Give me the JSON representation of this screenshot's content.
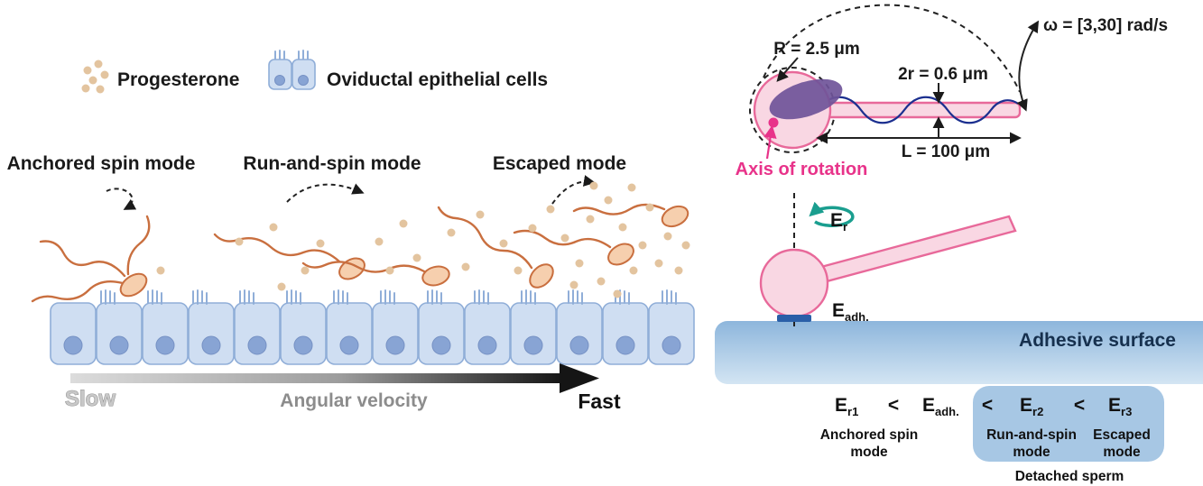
{
  "legend": {
    "progesterone": "Progesterone",
    "epithelial": "Oviductal epithelial cells"
  },
  "modes": {
    "anchored": "Anchored spin mode",
    "run_and_spin": "Run-and-spin mode",
    "escaped": "Escaped mode"
  },
  "velocity_axis": {
    "slow": "Slow",
    "label": "Angular velocity",
    "fast": "Fast"
  },
  "sperm_schematic": {
    "omega": "ω = [3,30] rad/s",
    "head_radius": "R = 2.5 μm",
    "flagellum_diameter": "2r = 0.6 μm",
    "flagellum_length": "L = 100 μm",
    "axis_of_rotation": "Axis of rotation"
  },
  "energy_diagram": {
    "e": "E",
    "r_sub": "r",
    "adh_sub": "adh.",
    "adhesive_surface": "Adhesive surface"
  },
  "inequality": {
    "e": "E",
    "r1_sub": "r1",
    "adh_sub": "adh.",
    "r2_sub": "r2",
    "r3_sub": "r3",
    "lt": "<",
    "anchored_line1": "Anchored spin",
    "anchored_line2": "mode",
    "run_line1": "Run-and-spin",
    "run_line2": "mode",
    "escaped_line1": "Escaped",
    "escaped_line2": "mode",
    "detached": "Detached sperm"
  },
  "colors": {
    "sperm_outline": "#c96f3f",
    "sperm_fill": "#f6cfae",
    "cell_fill": "#cfdef2",
    "cell_stroke": "#90aed8",
    "nucleus": "#88a4d4",
    "progesterone": "#e3c49f",
    "pink": "#e8699a",
    "pink_fill": "#f9d7e3",
    "magenta": "#e8338a",
    "purple": "#6f5499",
    "navy": "#1b2f8f",
    "teal": "#1a9e8f",
    "adhesion_blue": "#2a5fa8",
    "surface_blue": "#8db6dc",
    "box_blue": "#a7c7e4"
  }
}
